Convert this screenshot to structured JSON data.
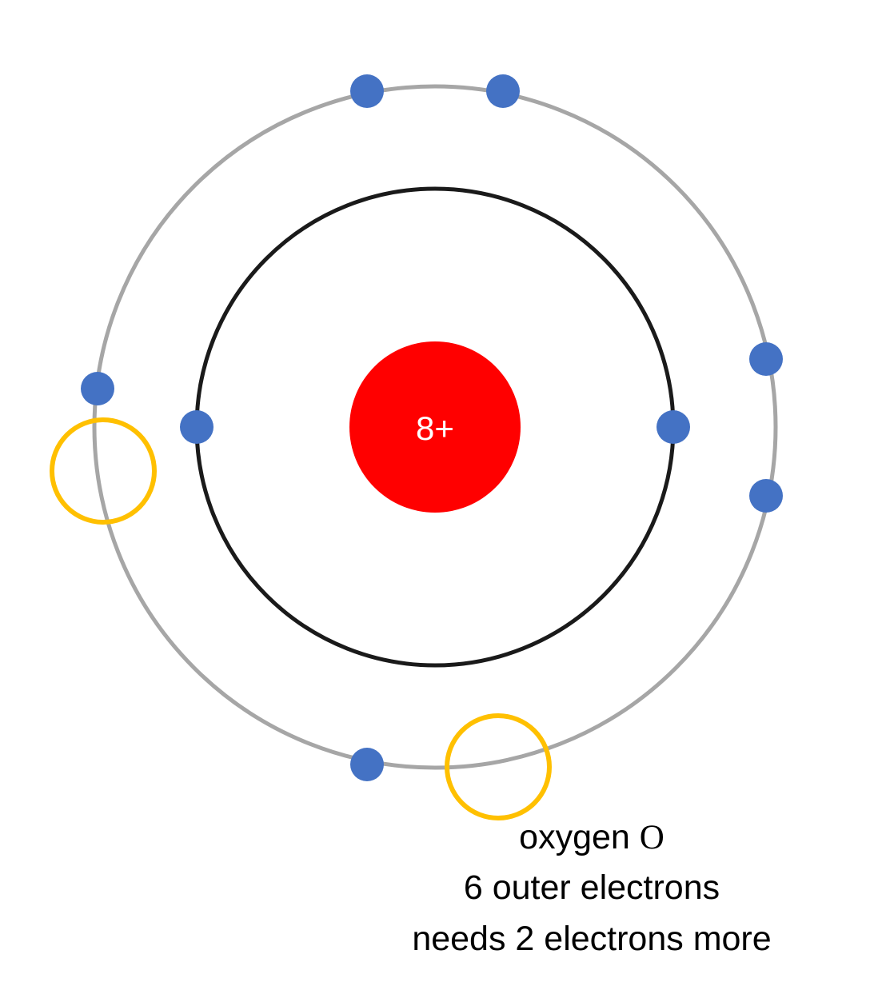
{
  "nucleus": {
    "label": "8+",
    "color": "#ff0000"
  },
  "colors": {
    "electron": "#4472c4",
    "inner_shell": "#1a1a1a",
    "outer_shell": "#a6a6a6",
    "vacancy": "#ffc000"
  },
  "shells": {
    "inner_electrons": 2,
    "outer_electrons": 6,
    "vacancies": 2
  },
  "caption": {
    "element": "oxygen",
    "symbol": "O",
    "line2": "6 outer electrons",
    "line3": "needs 2 electrons more"
  }
}
